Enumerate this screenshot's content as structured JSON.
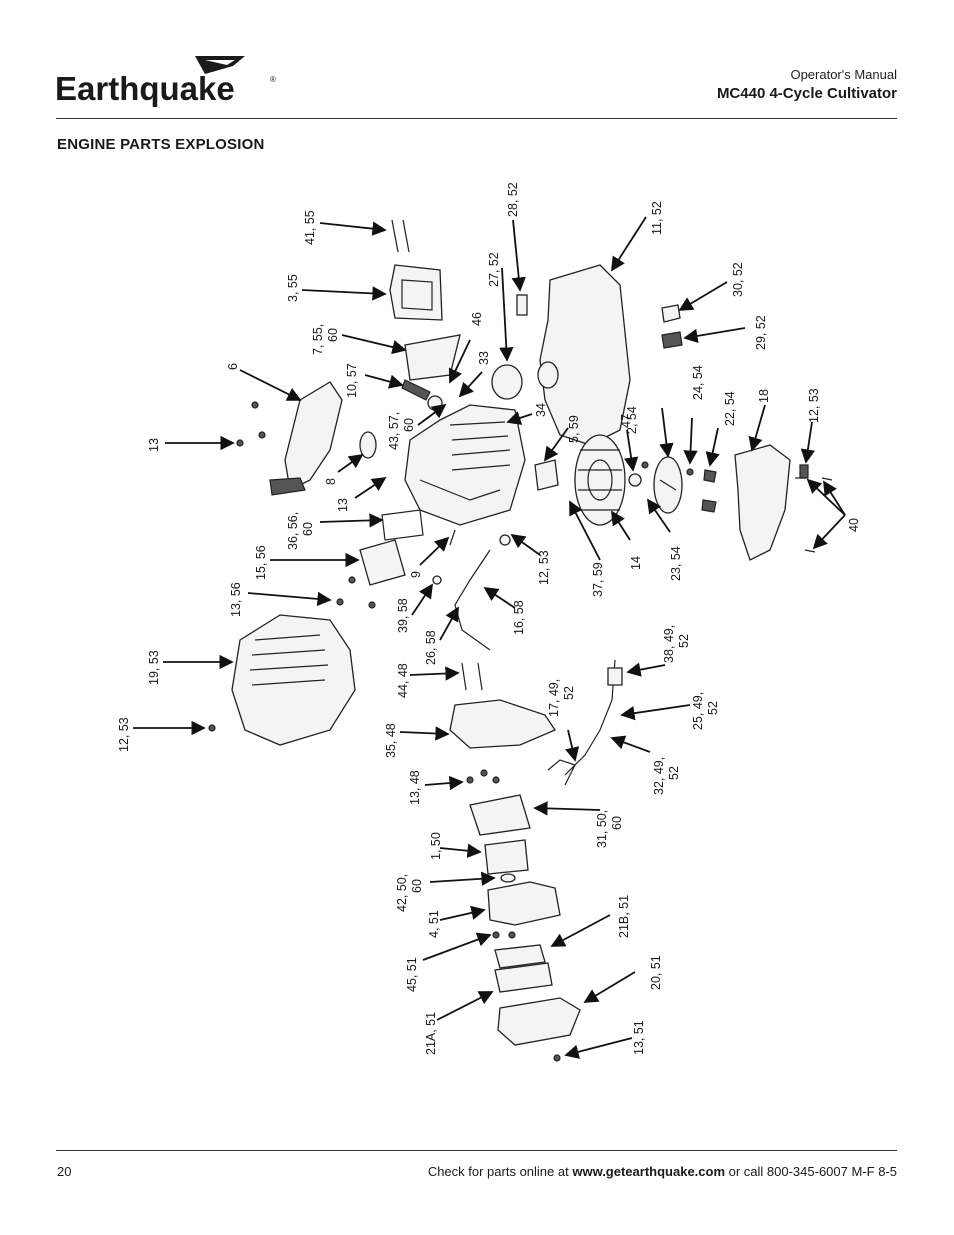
{
  "header": {
    "brand": "Earthquake",
    "brand_mark": "®",
    "subtitle": "Operator's Manual",
    "title": "MC440 4-Cycle Cultivator"
  },
  "section_title": "ENGINE PARTS EXPLOSION",
  "callouts": {
    "c41_55": "41, 55",
    "c3_55": "3, 55",
    "c7_55_60": "7, 55,",
    "c7_55_60b": "60",
    "c6": "6",
    "c10_57": "10, 57",
    "c13a": "13",
    "c8": "8",
    "c43_57_60": "43, 57,",
    "c43_57_60b": "60",
    "c46": "46",
    "c33": "33",
    "c27_52": "27, 52",
    "c28_52": "28, 52",
    "c11_52": "11, 52",
    "c34": "34",
    "c5_59": "5, 59",
    "c13b": "13",
    "c36_56_60": "36, 56,",
    "c36_56_60b": "60",
    "c15_56": "15, 56",
    "c13_56": "13, 56",
    "c9": "9",
    "c39_58": "39, 58",
    "c12_53a": "12, 53",
    "c16_58": "16, 58",
    "c37_59": "37, 59",
    "c14": "14",
    "c47": "47",
    "c2_54": "2, 54",
    "c23_54": "23, 54",
    "c24_54": "24, 54",
    "c22_54": "22, 54",
    "c18": "18",
    "c30_52": "30, 52",
    "c29_52": "29, 52",
    "c12_53b": "12, 53",
    "c40": "40",
    "c19_53": "19, 53",
    "c12_53c": "12, 53",
    "c26_58": "26, 58",
    "c44_48": "44, 48",
    "c35_48": "35, 48",
    "c13_48": "13, 48",
    "c17_49_52": "17, 49,",
    "c17_49_52b": "52",
    "c38_49_52": "38, 49,",
    "c38_49_52b": "52",
    "c25_49_52": "25, 49,",
    "c25_49_52b": "52",
    "c32_49_52": "32, 49,",
    "c32_49_52b": "52",
    "c31_50_60": "31, 50,",
    "c31_50_60b": "60",
    "c1_50": "1, 50",
    "c42_50_60": "42, 50,",
    "c42_50_60b": "60",
    "c4_51": "4, 51",
    "c21B_51": "21B, 51",
    "c45_51": "45, 51",
    "c20_51": "20, 51",
    "c21A_51": "21A, 51",
    "c13_51": "13, 51"
  },
  "footer": {
    "page_number": "20",
    "text_prefix": "Check for parts online at ",
    "url": "www.getearthquake.com",
    "text_suffix": " or call 800-345-6007 M-F 8-5"
  }
}
